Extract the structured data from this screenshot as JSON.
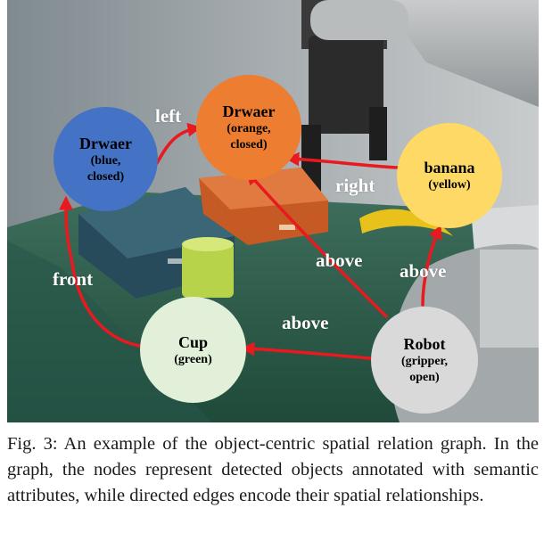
{
  "figure": {
    "nodes": [
      {
        "id": "drawer-blue",
        "title": "Drwaer",
        "attrs": [
          "(blue,",
          "closed)"
        ],
        "fill": "#4472c4",
        "text_color": "#1b1b1b"
      },
      {
        "id": "drawer-orange",
        "title": "Drwaer",
        "attrs": [
          "(orange,",
          "closed)"
        ],
        "fill": "#ed7d31",
        "text_color": "#1b1b1b"
      },
      {
        "id": "banana",
        "title": "banana",
        "attrs": [
          "(yellow)"
        ],
        "fill": "#ffd966",
        "text_color": "#1b1b1b"
      },
      {
        "id": "cup",
        "title": "Cup",
        "attrs": [
          "(green)"
        ],
        "fill": "#e2f0d9",
        "text_color": "#1b1b1b"
      },
      {
        "id": "robot",
        "title": "Robot",
        "attrs": [
          "(gripper,",
          "open)"
        ],
        "fill": "#d9d9d9",
        "text_color": "#1b1b1b"
      }
    ],
    "edges": [
      {
        "id": "edge-left",
        "label": "left",
        "from": "drawer-blue",
        "to": "drawer-orange"
      },
      {
        "id": "edge-right",
        "label": "right",
        "from": "banana",
        "to": "drawer-orange"
      },
      {
        "id": "edge-above-robot-drawer",
        "label": "above",
        "from": "robot",
        "to": "drawer-orange"
      },
      {
        "id": "edge-above-robot-banana",
        "label": "above",
        "from": "robot",
        "to": "banana"
      },
      {
        "id": "edge-above-robot-cup",
        "label": "above",
        "from": "robot",
        "to": "cup"
      },
      {
        "id": "edge-front",
        "label": "front",
        "from": "cup",
        "to": "drawer-blue"
      }
    ],
    "edge_color": "#e8191f"
  },
  "caption": "Fig. 3: An example of the object-centric spatial relation graph. In the graph, the nodes represent detected objects annotated with semantic attributes, while directed edges encode their spatial relationships."
}
